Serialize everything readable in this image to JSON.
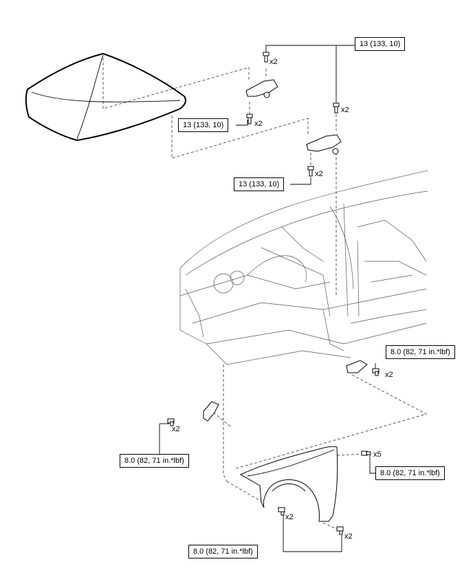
{
  "callouts": {
    "hinge_upper_torque": "13 (133, 10)",
    "hinge_left_torque": "13 (133, 10)",
    "hinge_lower_torque": "13 (133, 10)",
    "bracket_right_torque": "8.0 (82, 71 in.*lbf)",
    "bracket_left_torque": "8.0 (82, 71 in.*lbf)",
    "fender_top_torque": "8.0 (82, 71 in.*lbf)",
    "fender_bottom_torque": "8.0 (82, 71 in.*lbf)"
  },
  "quantities": {
    "hinge_top_bolt": "x2",
    "hinge_right_bolt": "x2",
    "hinge_left_bolt": "x2",
    "hinge_lower_bolt": "x2",
    "bracket_right_bolt": "x2",
    "bracket_left_bolt": "x2",
    "fender_top_bolt": "x5",
    "fender_lower_left_bolt": "x2",
    "fender_lower_right_bolt": "x2"
  }
}
